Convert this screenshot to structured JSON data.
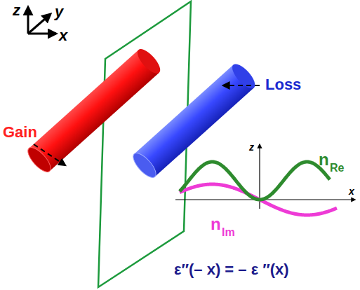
{
  "diagram": {
    "labels": [
      "z",
      "y",
      "x",
      "Gain",
      "Loss",
      "z",
      "x",
      "n",
      "Re",
      "n",
      "Im",
      "ε″(– x) = – ε ″(x)"
    ]
  }
}
